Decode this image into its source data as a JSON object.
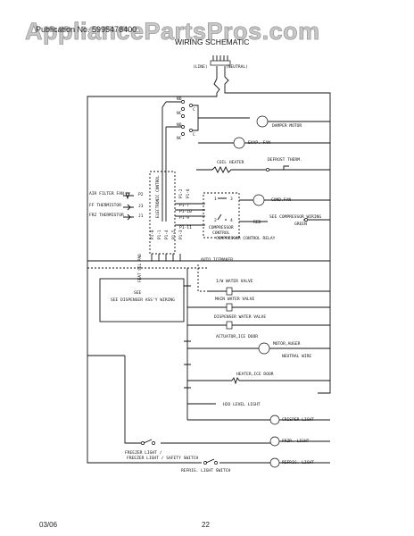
{
  "watermark": "AppliancePartsPros.com",
  "header": {
    "model": "Publication No. 5995478400",
    "title": "WIRING SCHEMATIC"
  },
  "footer": {
    "date": "03/06",
    "page": "22"
  },
  "labels": {
    "line": "(LINE)",
    "neutral": "(NEUTRAL)",
    "no": "NO",
    "nc": "NC",
    "c": "C",
    "damper_motor": "DAMPER MOTOR",
    "evap_fan": "EVAP. FAN",
    "coil_heater": "COIL HEATER",
    "defrost_therm": "DEFROST THERM.",
    "air_filter_fan": "AIR FILTER FAN",
    "ff_thermistor": "FF THERMISTOR",
    "frz_thermistor": "FRZ THERMISTOR",
    "p2": "P2",
    "j3": "J3",
    "j1": "J1",
    "electronic_control": "ELECTRONIC CONTROL",
    "p1_2": "P1-2",
    "p1_6": "P1-6",
    "p1_7": "P1-7",
    "p1_10": "P1-10",
    "p1_9": "P1-9",
    "p1_11": "P1-11",
    "p1_8": "P1-8",
    "p1_1": "P1-1",
    "p1_4": "P1-4",
    "p1_5": "P1-5",
    "p1_3": "P1-3",
    "cond_fan": "COND.FAN",
    "see_compressor_wiring": "SEE COMPRESSOR WIRING",
    "red": "RED",
    "green": "GREEN",
    "r1": "1",
    "r3": "3",
    "r2": "2",
    "r4": "4",
    "compressor_control_relay": "COMPRESSOR CONTROL RELAY",
    "auto_icemaker": "AUTO ICEMAKER",
    "feat_sel_pad": "FEAT SEL PAD",
    "see_dispenser_assy_wiring": "SEE DISPENSER ASS'Y WIRING",
    "i_w_water_valve": "I/W WATER VALVE",
    "main_water_valve": "MAIN WATER VALVE",
    "dispenser_water_valve": "DISPENSER WATER VALVE",
    "actuator_ice_door": "ACTUATOR,ICE DOOR",
    "motor_auger": "MOTOR,AUGER",
    "neutral_wire": "NEUTRAL WIRE",
    "heater_ice_door": "HEATER,ICE DOOR",
    "h2o_level_light": "H2O LEVEL LIGHT",
    "crisper_light": "CRISPER LIGHT",
    "frzr_light": "FRZR. LIGHT",
    "refrig_light": "REFRIG. LIGHT",
    "freezer_light_safety_switch": "FREEZER LIGHT / SAFETY SWITCH",
    "refrig_light_switch": "REFRIG. LIGHT SWITCH"
  }
}
